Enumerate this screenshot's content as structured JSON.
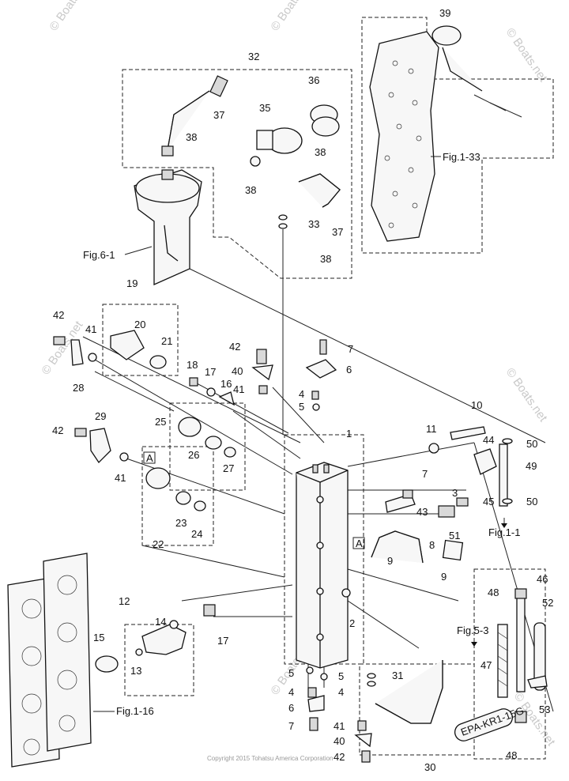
{
  "diagram": {
    "type": "exploded parts diagram",
    "callouts": [
      "1",
      "2",
      "3",
      "4",
      "5",
      "6",
      "7",
      "8",
      "9",
      "10",
      "11",
      "12",
      "13",
      "14",
      "15",
      "16",
      "17",
      "18",
      "19",
      "20",
      "21",
      "22",
      "23",
      "24",
      "25",
      "26",
      "27",
      "28",
      "29",
      "30",
      "31",
      "32",
      "33",
      "35",
      "36",
      "37",
      "38",
      "39",
      "40",
      "41",
      "42",
      "43",
      "44",
      "45",
      "46",
      "47",
      "48",
      "49",
      "50",
      "51",
      "52",
      "53"
    ],
    "figure_refs": {
      "fig_1_33": "Fig.1-33",
      "fig_6_1": "Fig.6-1",
      "fig_1_1": "Fig.1-1",
      "fig_5_3": "Fig.5-3",
      "fig_1_16": "Fig.1-16"
    },
    "view_marker": "A",
    "tag_text": "EPA-KR1-15G",
    "watermark": "© Boats.net",
    "copyright": "Copyright 2015 Tohatsu America Corporation"
  }
}
